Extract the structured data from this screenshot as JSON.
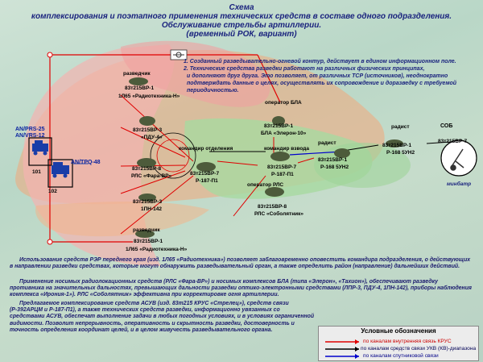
{
  "title": {
    "line1": "Схема",
    "line2": "комплексирования и поэтапного применения технических средств в составе одного подразделения.",
    "line3": "Обслуживание стрельбы артиллерии.",
    "line4": "(временный РОК, вариант)"
  },
  "notes": {
    "n1": "1.  Созданный разведывательно-огневой контур, действует в едином информационном поле.",
    "n2": "2. Технические средства  разведки работают на различных физических принципах,",
    "n3": "и дополняют друг друга. Это позволяет, от различных ТСР (источников), неоднократно",
    "n4": "подтверждать данные о целях, осуществлять их сопровождение и доразведку с требуемой",
    "n5": "периодичностью."
  },
  "nodes": {
    "razv_top": "разведчик",
    "razv_top_code": "83т215ВР-1",
    "razv_top_dev": "1Л65 «Радиотехника-Н»",
    "pdu_code": "83т215ВР-3",
    "pdu_dev": "«ПДУ-4»",
    "fara_code": "83т215ВР-8",
    "fara_dev": "РЛС «Фара-ВР»",
    "pn_code": "83т215ВР-3",
    "pn_dev": "1ПН-142",
    "razv_bot": "разведчик",
    "razv_bot_code": "83т215ВР-1",
    "razv_bot_dev": "1Л65 «Радиотехника-Н»",
    "bla_op": "оператор БЛА",
    "bla_code": "83т215ВР-1",
    "bla_dev": "БЛА «Элерон-10»",
    "cmd_section": "командир отделения",
    "cmd_section_code": "83т215ВР-7",
    "cmd_section_dev": "Р-187-П1",
    "cmd_platoon": "командир взвода",
    "cmd_platoon_code": "83т215ВР-7",
    "cmd_platoon_dev": "Р-187-П1",
    "rls_op": "оператор РЛС",
    "rls_code": "83т215ВР-8",
    "rls_dev": "РЛС «Соболятник»",
    "radist1": "радист",
    "radist1_code": "83т215ВР-1",
    "radist1_dev": "Р-168 5УН2",
    "radist2": "радист",
    "radist2_code": "83т215ВР-1",
    "radist2_dev": "Р-168 5УН2",
    "sob": "СОБ",
    "sob_code": "83т215ВР-7",
    "minbatr": "минбатр",
    "enemy_1": "AN/PRS-25",
    "enemy_2": "AN/VRS-12",
    "enemy_3": "AN/TPQ-48",
    "enemy_101": "101",
    "enemy_102": "102"
  },
  "paragraphs": {
    "p1": "Использование средств РЭР переднего края (изд. 1Л65 «Радиотехника») позволяет заблаговременно оповестить командира подразделения, о действующих в направлении разведки средствах, которые могут обнаружить разведывательный орган, а также определить район (направление) дальнейших действий.",
    "p2": "Применение носимых радиолокационных средств (РЛС «Фара-ВР») и носимых комплексов БЛА (типа «Элерон», «Тахион»), обеспечивают разведку противника на значительных дальностях, превышающих дальности разведки оптико-электронными средствами (ЛПР-3, ПДУ-4, 1ПН-142), приборы наблюдения комплекса «Ирония-1»). РЛС «Соболятник» эффективна при корректировке огня артиллерии.",
    "p3": "Предлагаемое комплексирование средств АСУВ (изд. 83т215 КРУС «Стрелец»), средств связи (Р-392АРЦМ и Р-187-П1), а также технических средств разведки, информационно увязанных со средствами АСУВ, обеспечат выполнение задачи в любых погодных условиях, и в условиях ограниченной видимости. Позволит непрерывность, оперативность и скрытность разведки, достоверность и точность определения координат целей, и в целом живучесть разведывательного органа."
  },
  "legend": {
    "title": "Условные обозначения",
    "item1": "по каналам внутренняя связь КРУС",
    "item2": "по каналам средств связи УКВ (КВ)-диапазона",
    "item3": "по каналам спутниковой связи"
  },
  "colors": {
    "zone_orange": "#f2a77a",
    "zone_pink": "#f6b6b6",
    "zone_green": "#9fd39a",
    "link_red": "#e00000",
    "link_black": "#000000",
    "link_blue": "#0000cc",
    "title_blue": "#1a237e"
  }
}
